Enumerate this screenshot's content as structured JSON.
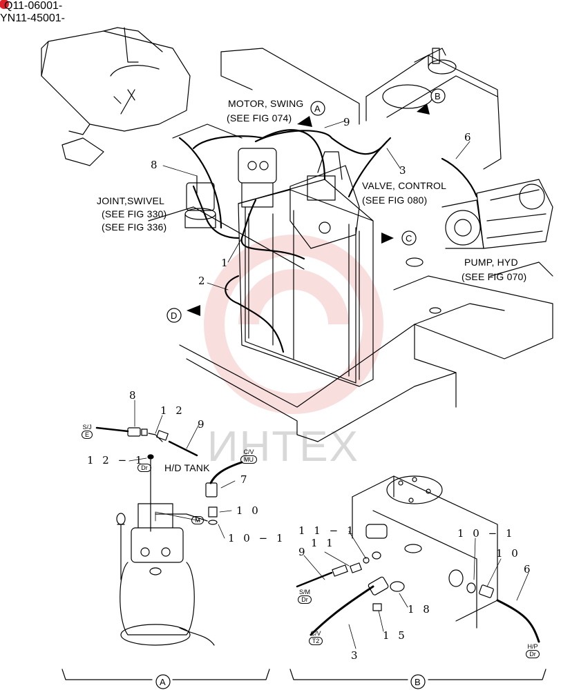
{
  "codes": {
    "line1": "Q11-06001-",
    "line2": "YN11-45001-"
  },
  "labels": {
    "motor_swing_1": "MOTOR, SWING",
    "motor_swing_2": "(SEE FIG 074)",
    "joint_swivel_1": "JOINT,SWIVEL",
    "joint_swivel_2": "(SEE FIG 330)",
    "joint_swivel_3": "(SEE FIG 336)",
    "valve_control_1": "VALVE, CONTROL",
    "valve_control_2": "(SEE FIG 080)",
    "pump_hyd_1": "PUMP, HYD",
    "pump_hyd_2": "(SEE FIG 070)",
    "hd_tank": "H/D TANK"
  },
  "view_letters": {
    "a": "A",
    "b": "B",
    "c": "C",
    "d": "D"
  },
  "callouts": {
    "top_1": "1",
    "top_2": "2",
    "top_3": "3",
    "top_6": "6",
    "top_8": "8",
    "top_9": "9",
    "a_8": "8",
    "a_12": "1 2",
    "a_12_1": "1 2 − 1",
    "a_9": "9",
    "a_7": "7",
    "a_10": "1 0",
    "a_10_1": "1 0 − 1",
    "b_11_1": "1 1 − 1",
    "b_11": "1 1",
    "b_9": "9",
    "b_18": "1 8",
    "b_15": "1 5",
    "b_3": "3",
    "b_10_1": "1 0 − 1",
    "b_10": "1 0",
    "b_6": "6"
  },
  "tags": {
    "sj_top": "S/J",
    "sj_bottom": "E",
    "cv_mu_top": "C/V",
    "cv_mu_bottom": "MU",
    "dr_a": "Dr",
    "m": "M",
    "sm_top": "S/M",
    "sm_bottom": "Dr",
    "cv_t2_top": "C/V",
    "cv_t2_bottom": "T2",
    "hp_top": "H/P",
    "hp_bottom": "Dr"
  },
  "section_labels": {
    "a": "A",
    "b": "B"
  },
  "watermark": "ИНТЕХ"
}
